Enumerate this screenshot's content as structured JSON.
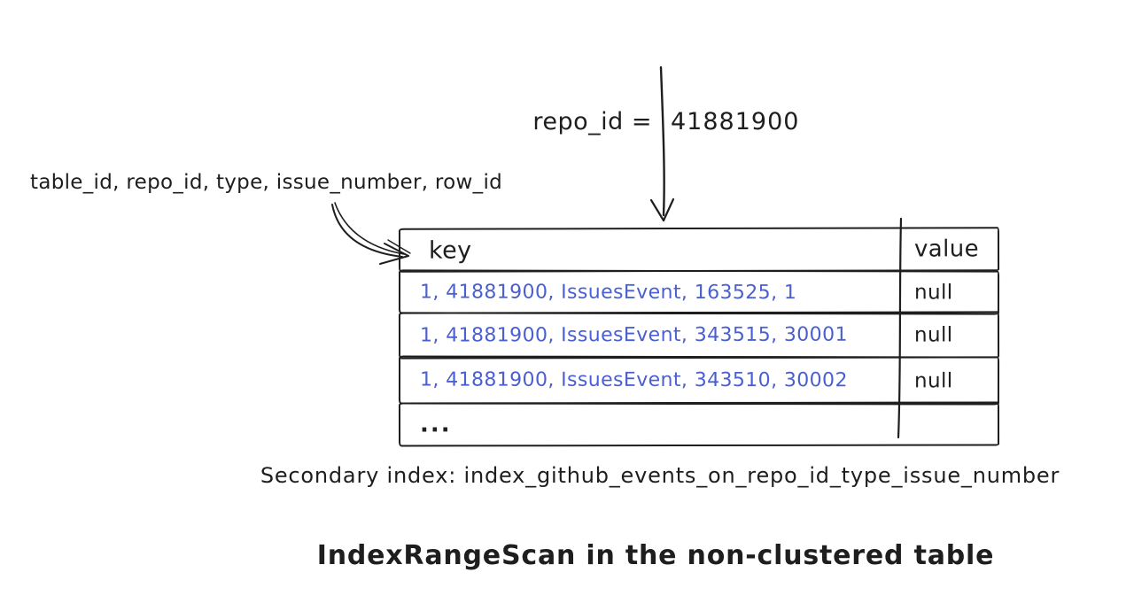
{
  "colors": {
    "ink": "#1e1e1e",
    "index_key_blue": "#4a5fd0",
    "background": "#ffffff"
  },
  "lookup_annotation": {
    "label": "repo_id =",
    "value": "41881900"
  },
  "index_columns_annotation": "table_id, repo_id, type, issue_number, row_id",
  "index_table": {
    "headers": {
      "key": "key",
      "value": "value"
    },
    "rows": [
      {
        "key": "1, 41881900, IssuesEvent, 163525, 1",
        "value": "null"
      },
      {
        "key": "1, 41881900, IssuesEvent, 343515, 30001",
        "value": "null"
      },
      {
        "key": "1, 41881900, IssuesEvent, 343510, 30002",
        "value": "null"
      },
      {
        "key": "...",
        "value": ""
      }
    ]
  },
  "caption": "Secondary index: index_github_events_on_repo_id_type_issue_number",
  "title": "IndexRangeScan in the non-clustered table",
  "icons": {
    "down_arrow": "down-arrow",
    "curved_arrow": "curved-arrow"
  }
}
